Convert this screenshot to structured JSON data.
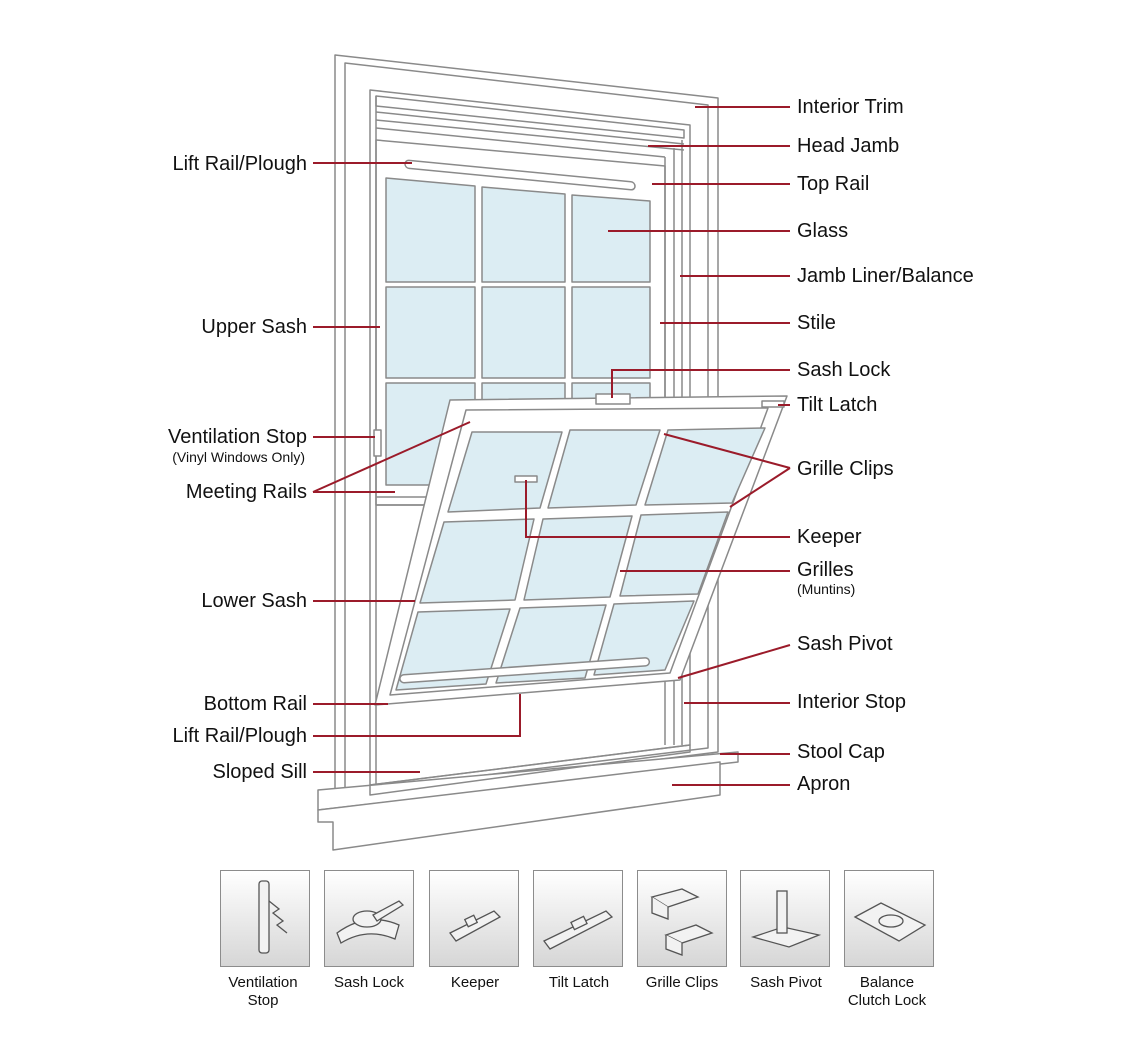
{
  "left_labels": {
    "lift_rail_top": "Lift Rail/Plough",
    "upper_sash": "Upper Sash",
    "ventilation_stop": "Ventilation Stop",
    "ventilation_stop_note": "(Vinyl Windows Only)",
    "meeting_rails": "Meeting Rails",
    "lower_sash": "Lower Sash",
    "bottom_rail": "Bottom Rail",
    "lift_rail_bottom": "Lift Rail/Plough",
    "sloped_sill": "Sloped Sill"
  },
  "right_labels": {
    "interior_trim": "Interior Trim",
    "head_jamb": "Head Jamb",
    "top_rail": "Top Rail",
    "glass": "Glass",
    "jamb_liner": "Jamb Liner/Balance",
    "stile": "Stile",
    "sash_lock": "Sash Lock",
    "tilt_latch": "Tilt Latch",
    "grille_clips": "Grille Clips",
    "keeper": "Keeper",
    "grilles": "Grilles",
    "grilles_note": "(Muntins)",
    "sash_pivot": "Sash Pivot",
    "interior_stop": "Interior Stop",
    "stool_cap": "Stool Cap",
    "apron": "Apron"
  },
  "parts": [
    {
      "name": "Ventilation\nStop",
      "icon": "ventilation-stop-icon"
    },
    {
      "name": "Sash Lock",
      "icon": "sash-lock-icon"
    },
    {
      "name": "Keeper",
      "icon": "keeper-icon"
    },
    {
      "name": "Tilt Latch",
      "icon": "tilt-latch-icon"
    },
    {
      "name": "Grille Clips",
      "icon": "grille-clips-icon"
    },
    {
      "name": "Sash Pivot",
      "icon": "sash-pivot-icon"
    },
    {
      "name": "Balance\nClutch Lock",
      "icon": "balance-clutch-lock-icon"
    }
  ],
  "colors": {
    "leader": "#9b1b2a",
    "outline": "#8a8a8a",
    "glass": "#dcedf3",
    "text": "#111111"
  }
}
